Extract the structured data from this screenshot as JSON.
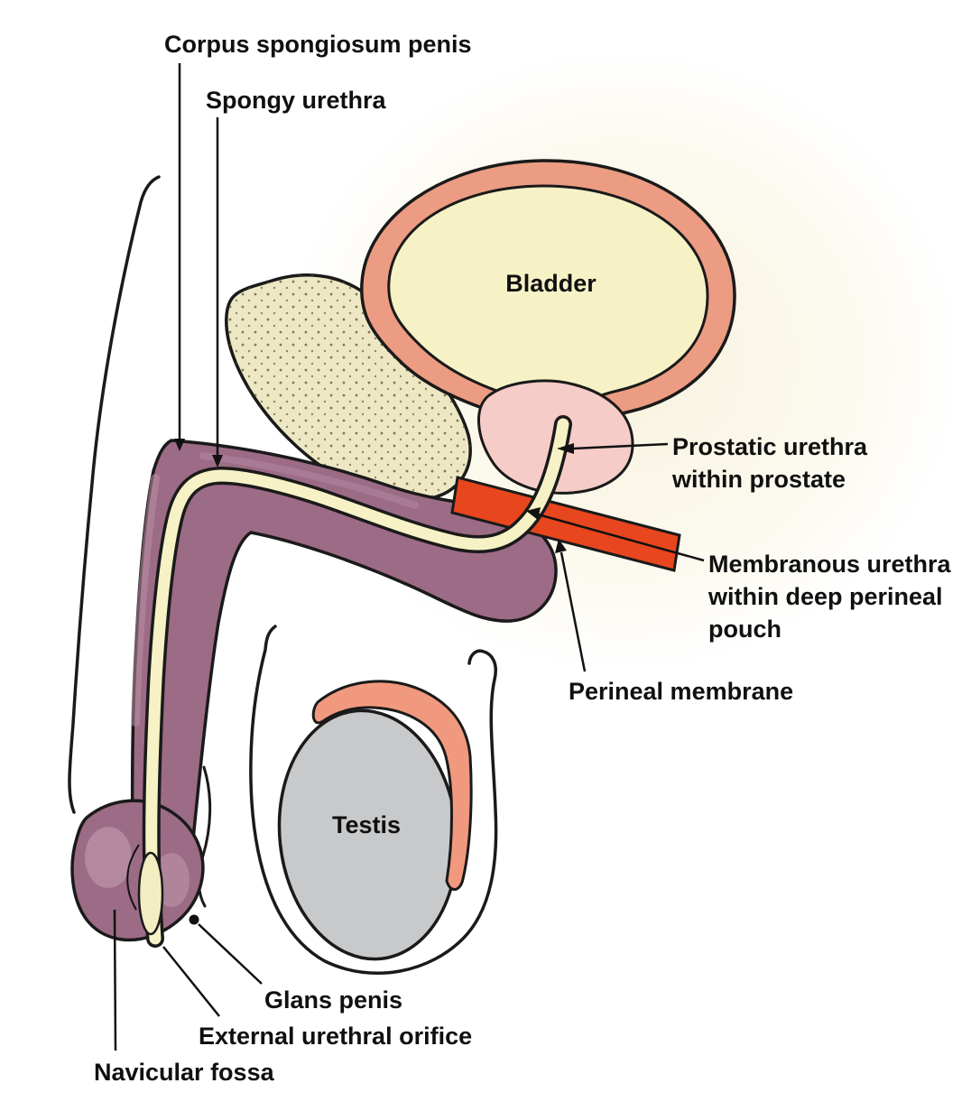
{
  "labels": {
    "corpus_spongiosum": "Corpus spongiosum penis",
    "spongy_urethra": "Spongy urethra",
    "bladder": "Bladder",
    "prostatic_urethra": [
      "Prostatic urethra",
      "within prostate"
    ],
    "membranous_urethra": [
      "Membranous urethra",
      "within deep perineal",
      "pouch"
    ],
    "perineal_membrane": "Perineal membrane",
    "testis": "Testis",
    "glans_penis": "Glans penis",
    "external_urethral_orifice": "External urethral orifice",
    "navicular_fossa": "Navicular fossa"
  },
  "colors": {
    "bladder_wall": "#EC9C82",
    "bladder_lumen": "#F6F2C6",
    "pubic_bone": "#EDE7C4",
    "prostate": "#F6CCC8",
    "perineal_membrane_bar": "#E8461F",
    "corpus_spongiosum": "#9C6B85",
    "urethra": "#F6F2C6",
    "navicular_fossa_fill": "#F3EDC2",
    "testis": "#C8C9CB",
    "epididymis": "#F1997E",
    "outline": "#1A1A1A",
    "background": "#FFFFFF"
  }
}
